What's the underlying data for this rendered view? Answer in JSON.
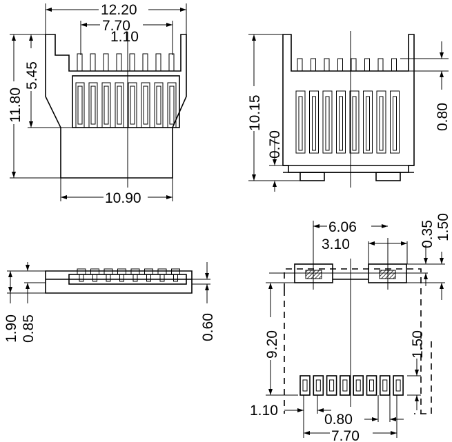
{
  "views": {
    "front": {
      "dims": {
        "overall_width": "12.20",
        "pin_span": "7.70",
        "pin_pitch": "1.10",
        "overall_height": "11.80",
        "pin_height": "5.45",
        "body_width": "10.90"
      }
    },
    "rear": {
      "dims": {
        "height": "10.15",
        "foot_offset": "0.70",
        "pin_top": "0.80"
      }
    },
    "side": {
      "dims": {
        "height": "1.90",
        "base": "0.85",
        "pin": "0.60"
      }
    },
    "footprint": {
      "dims": {
        "pad_spacing": "6.06",
        "pad_width": "3.10",
        "pad_offset": "0.35",
        "pad_height": "1.50",
        "row_spacing": "9.20",
        "pin_pad_height": "1.50",
        "pin_pitch": "1.10",
        "pin_width": "0.80",
        "pin_span": "7.70"
      }
    }
  },
  "colors": {
    "line": "#000000",
    "background": "#ffffff"
  }
}
